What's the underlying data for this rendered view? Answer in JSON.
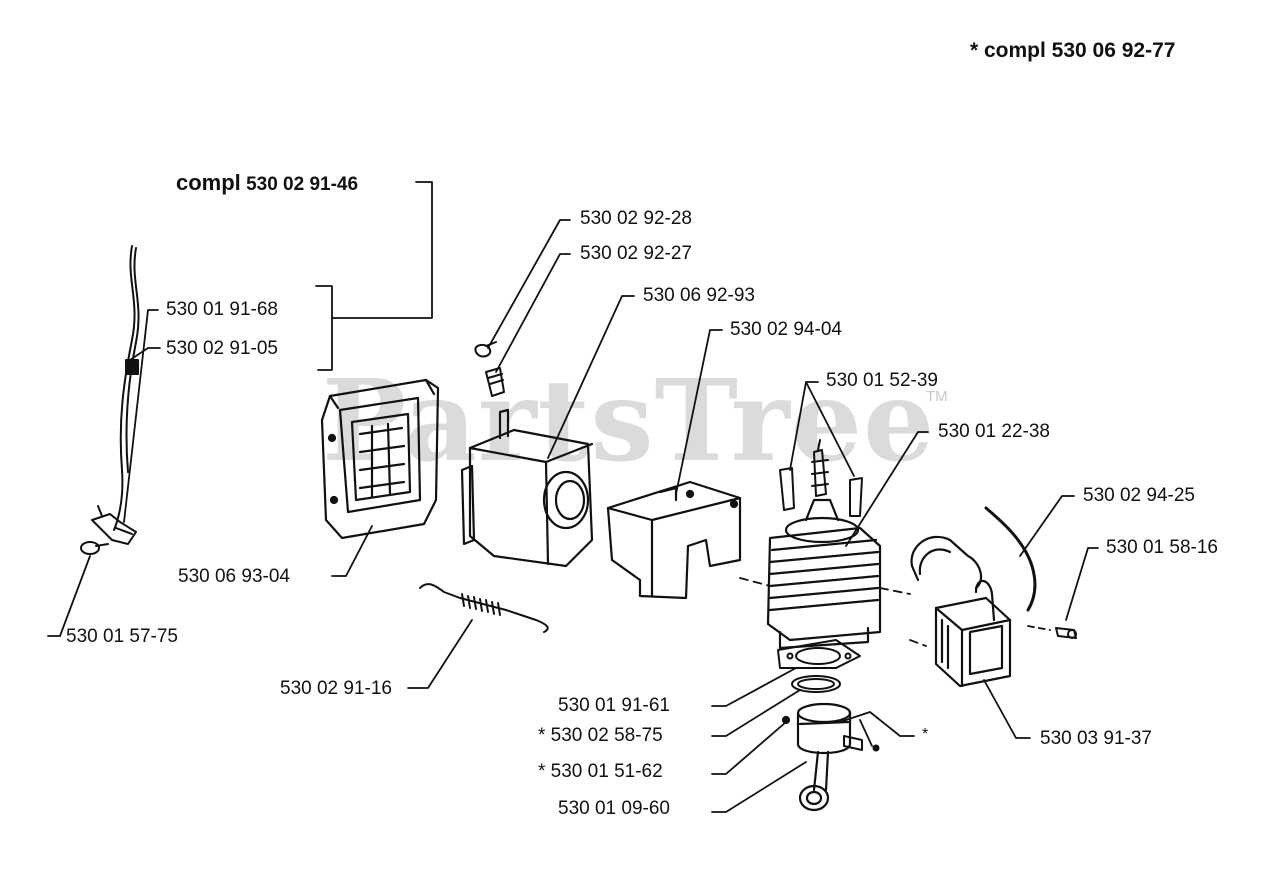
{
  "header": {
    "kit_label": "* compl  530 06 92-77"
  },
  "watermark": {
    "text": "PartsTree",
    "tm": "TM"
  },
  "groups": {
    "throttle_kit": {
      "compl": "compl",
      "number": "530 02 91-46"
    }
  },
  "labels": {
    "p_530_02_92_28": "530 02 92-28",
    "p_530_02_92_27": "530 02 92-27",
    "p_530_06_92_93": "530 06 92-93",
    "p_530_02_94_04": "530 02 94-04",
    "p_530_01_52_39": "530 01 52-39",
    "p_530_01_22_38": "530 01 22-38",
    "p_530_02_94_25": "530 02 94-25",
    "p_530_01_58_16": "530 01 58-16",
    "p_530_01_91_68": "530 01 91-68",
    "p_530_02_91_05": "530 02 91-05",
    "p_530_06_93_04": "530 06 93-04",
    "p_530_01_57_75": "530 01 57-75",
    "p_530_02_91_16": "530 02 91-16",
    "p_530_01_91_61": "530 01 91-61",
    "p_530_02_58_75": "* 530 02 58-75",
    "p_530_01_51_62": "* 530 01 51-62",
    "p_530_01_09_60": "530 01 09-60",
    "p_530_03_91_37": "530 03 91-37",
    "star_marker": "*"
  },
  "colors": {
    "ink": "#111111",
    "watermark": "#cfcfcf",
    "background": "#ffffff"
  }
}
